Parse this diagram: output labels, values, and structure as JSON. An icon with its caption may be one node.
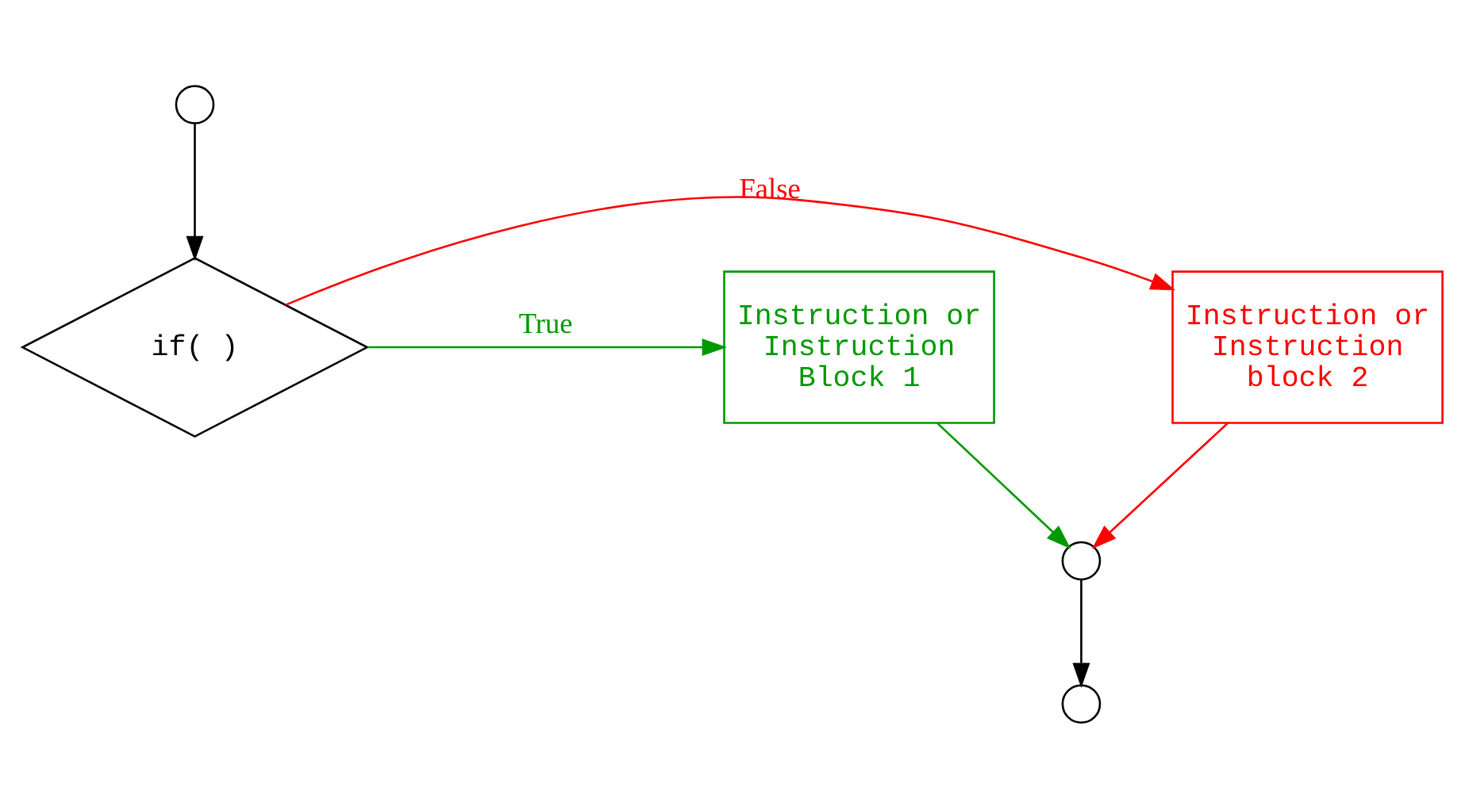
{
  "diagram": {
    "nodes": [
      {
        "text": [],
        "shape": "circle"
      },
      {
        "text": [
          "if( )"
        ]
      },
      {
        "text": [
          "Instruction or Instruction block 2"
        ]
      },
      {
        "text": [
          "Instruction or Instruction Block 1"
        ]
      },
      {
        "text": [],
        "shape": "circle"
      },
      {
        "text": [],
        "shape": "circle"
      }
    ],
    "edges": [
      {
        "from": 0,
        "to": 1,
        "arrow": "to"
      },
      {
        "from": 1,
        "to": 2,
        "arrow": "to",
        "label": "False",
        "color": "#ff0000"
      },
      {
        "from": 1,
        "to": 3,
        "arrow": "to",
        "label": "True",
        "color": "#009900"
      },
      {
        "from": 2,
        "to": 4,
        "arrow": "to",
        "color": "#ff0000"
      },
      {
        "from": 3,
        "to": 4,
        "arrow": "to",
        "color": "#009900"
      },
      {
        "from": 4,
        "to": 5,
        "arrow": "to"
      }
    ]
  }
}
